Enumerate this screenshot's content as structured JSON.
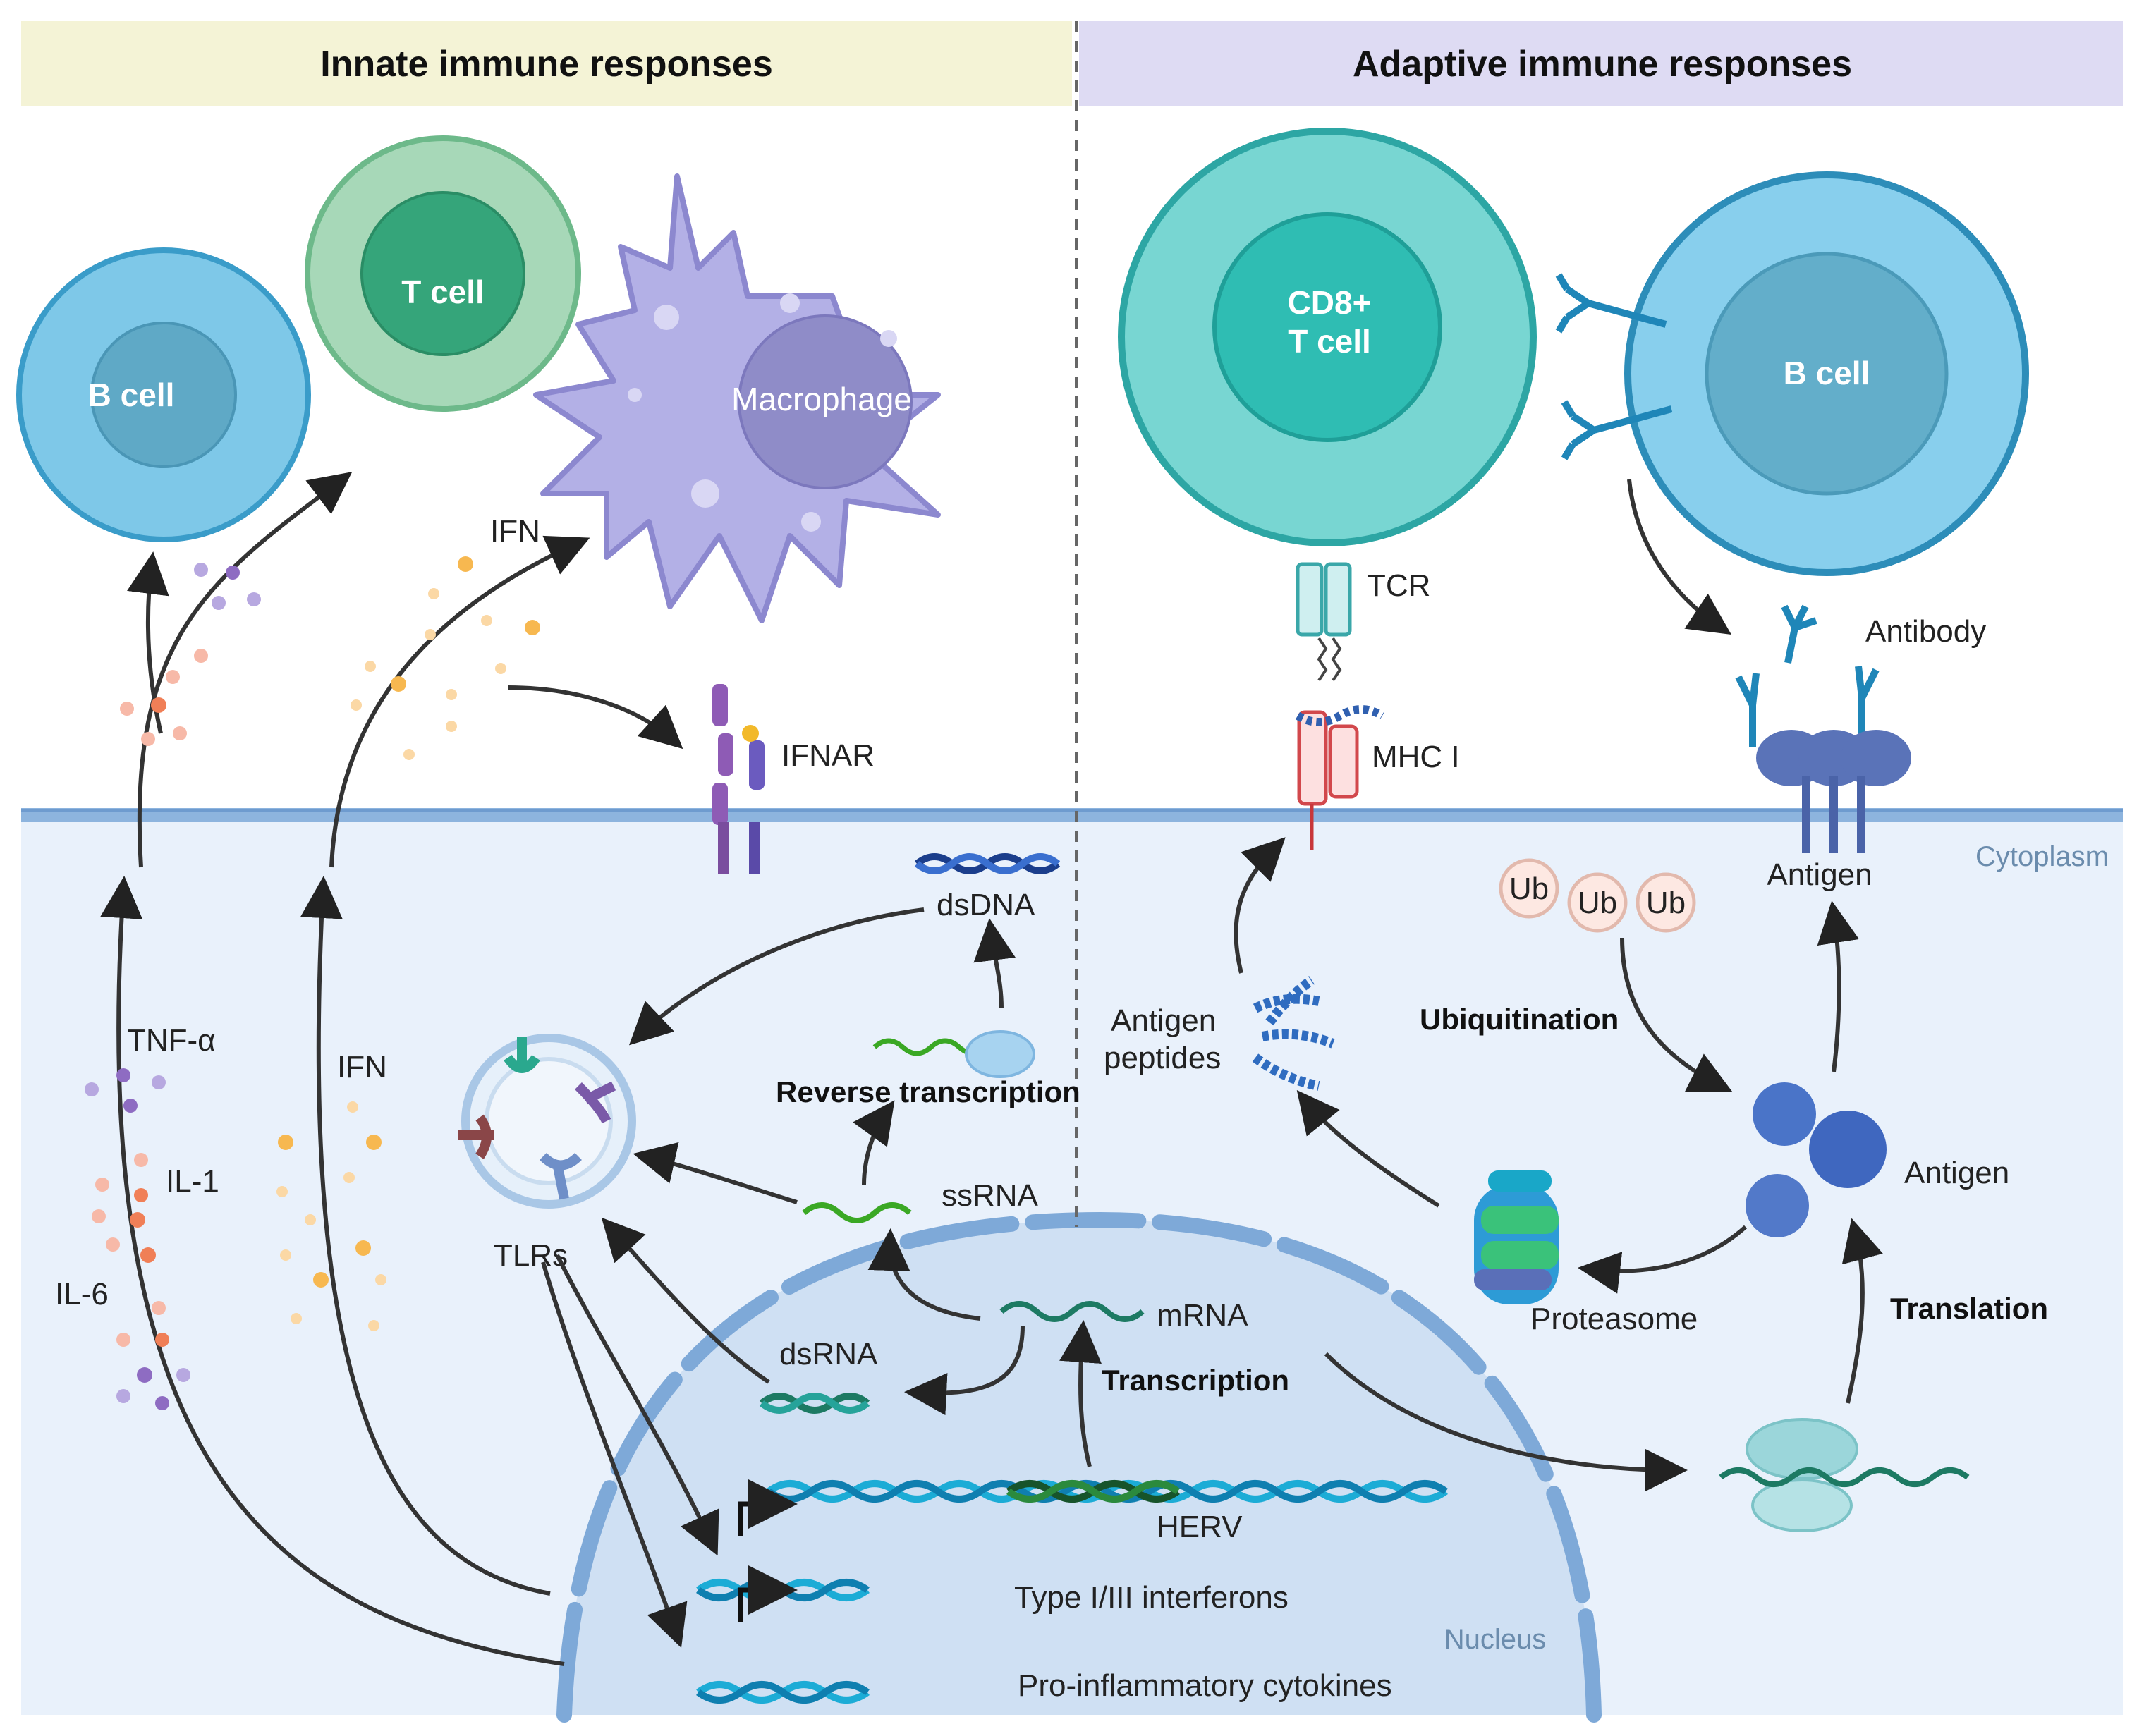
{
  "headers": {
    "innate": "Innate immune responses",
    "adaptive": "Adaptive immune responses"
  },
  "regions": {
    "cytoplasm": "Cytoplasm",
    "nucleus": "Nucleus"
  },
  "cells": {
    "b_cell_innate": "B cell",
    "t_cell": "T cell",
    "macrophage": "Macrophage",
    "cd8_line1": "CD8+",
    "cd8_line2": "T cell",
    "b_cell_adaptive": "B cell"
  },
  "receptors": {
    "ifnar": "IFNAR",
    "tcr": "TCR",
    "mhc": "MHC I",
    "tlrs": "TLRs",
    "antibody": "Antibody",
    "antigen_membrane": "Antigen"
  },
  "cytokines": {
    "ifn_top": "IFN",
    "ifn_left": "IFN",
    "tnf": "TNF-α",
    "il1": "IL-1",
    "il6": "IL-6"
  },
  "molecules": {
    "dsdna": "dsDNA",
    "ssrna": "ssRNA",
    "mrna": "mRNA",
    "dsrna": "dsRNA",
    "herv": "HERV",
    "type_ifn": "Type I/III interferons",
    "pro_inflam": "Pro-inflammatory cytokines",
    "antigen_peptides_1": "Antigen",
    "antigen_peptides_2": "peptides",
    "antigen_cyto": "Antigen",
    "proteasome": "Proteasome",
    "ub1": "Ub",
    "ub2": "Ub",
    "ub3": "Ub"
  },
  "processes": {
    "reverse_transcription": "Reverse transcription",
    "transcription": "Transcription",
    "ubiquitination": "Ubiquitination",
    "translation": "Translation"
  },
  "colors": {
    "innate_header": "#f4f3d6",
    "adaptive_header": "#dedbf3",
    "cytoplasm": "#e9f1fb",
    "nucleus": "#cfe0f3",
    "membrane": "#8db4de",
    "b_cell": "#7ec8e8",
    "t_cell": "#8fcea8",
    "cd8_cell": "#78d6d2",
    "macrophage": "#b3b0e6"
  }
}
